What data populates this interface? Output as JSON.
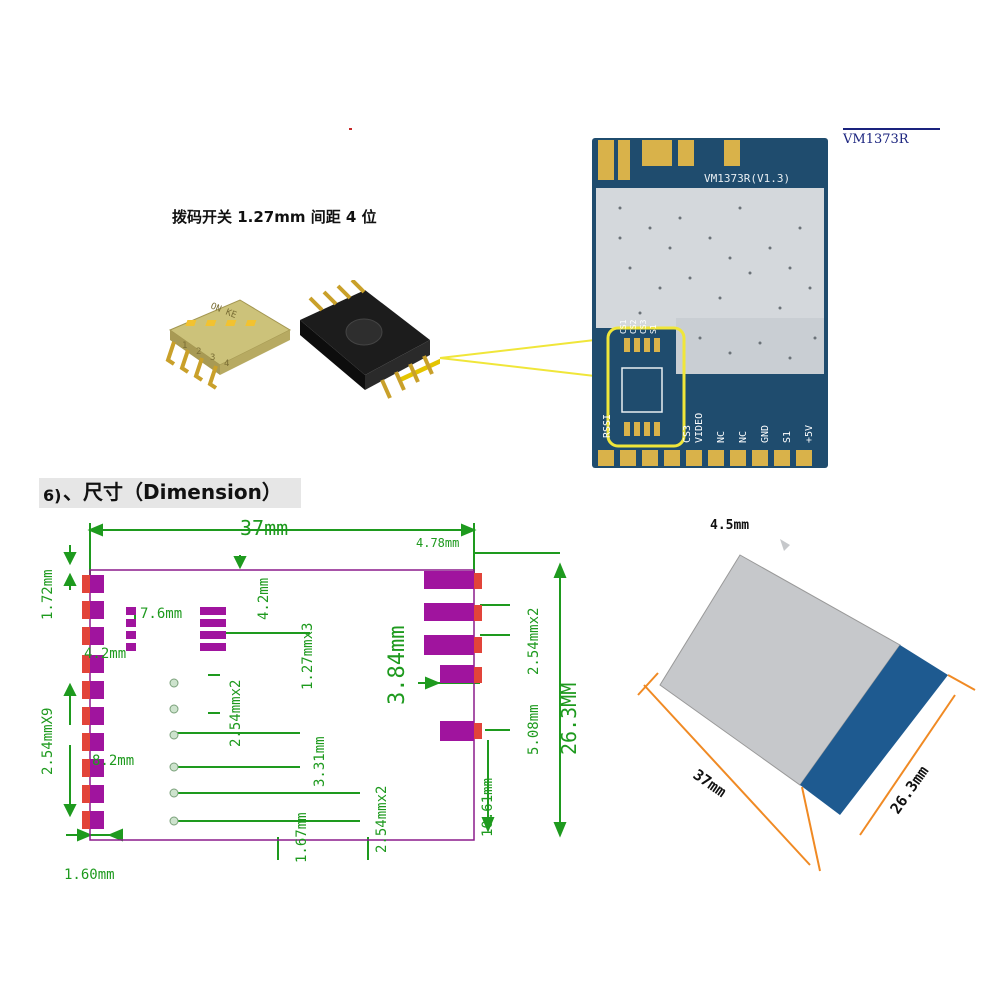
{
  "top": {
    "caption": "拨码开关 1.27mm 间距 4 位",
    "model_tag": "VM1373R",
    "board_silk": "VM1373R(V1.3)",
    "dip_text_on": "ON KE",
    "dip_numbers": [
      "1",
      "2",
      "3",
      "4"
    ],
    "cs_labels": [
      "CS1",
      "CS2",
      "CS3",
      "S1"
    ],
    "pin_labels": [
      "RSSI",
      "CS3",
      "VIDEO",
      "NC",
      "NC",
      "GND",
      "S1",
      "+5V"
    ]
  },
  "section": {
    "number": "6)",
    "title": "、尺寸（Dimension）"
  },
  "drawing": {
    "dims": {
      "width_37": "37mm",
      "d_4_78": "4.78mm",
      "d_1_72": "1.72mm",
      "d_4_2_top": "4.2mm",
      "d_7_6": "7.6mm",
      "d_1_27x3": "1.27mmx3",
      "d_4_2_left": "4.2mm",
      "d_3_84": "3.84mm",
      "d_2_54x2_right": "2.54mmx2",
      "d_5_08": "5.08mm",
      "d_26_3": "26.3MM",
      "d_2_54x9": "2.54mmX9",
      "d_2_54x2_mid": "2.54mmx2",
      "d_8_2": "8.2mm",
      "d_3_31": "3.31mm",
      "d_10_61": "10.61mm",
      "d_2_54x2_bottom": "2.54mmx2",
      "d_1_67": "1.67mm",
      "d_1_60": "1.60mm"
    }
  },
  "photo": {
    "d_4_5": "4.5mm",
    "d_37": "37mm",
    "d_26_3": "26.3mm"
  },
  "colors": {
    "dim_green": "#1e9a1e",
    "outline_purple": "#8b1c8b",
    "pad_purple": "#a0149e",
    "pad_red": "#e2443a",
    "board_blue": "#1f4c6e",
    "gold": "#d9b24a",
    "leader_yellow": "#f0e63a",
    "arrow_orange": "#f08a24"
  }
}
